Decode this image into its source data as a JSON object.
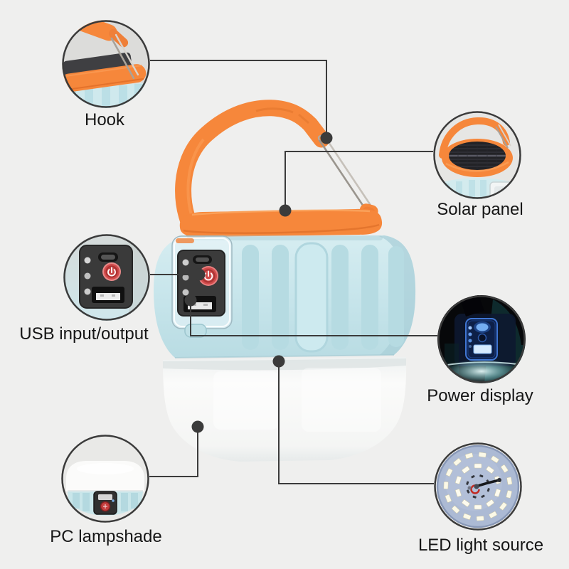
{
  "diagram": {
    "kind": "product feature callout diagram",
    "product": "solar LED camping lantern"
  },
  "callouts": {
    "hook": {
      "label": "Hook"
    },
    "solar_panel": {
      "label": "Solar panel"
    },
    "usb_io": {
      "label": "USB input/output"
    },
    "power_display": {
      "label": "Power display"
    },
    "pc_lampshade": {
      "label": "PC lampshade"
    },
    "led_source": {
      "label": "LED light source"
    }
  },
  "colors": {
    "background": "#efefee",
    "accent_orange": "#f6873b",
    "body_blue": "#c7e5eb",
    "lampshade_white": "#f8f8f7",
    "annotation_line": "#3b3b3b",
    "power_button_red": "#d14b4b",
    "led_board_blue": "#acbad4",
    "night_glow_blue": "#74aef2",
    "night_glow_cyan": "#d9f5f6"
  }
}
